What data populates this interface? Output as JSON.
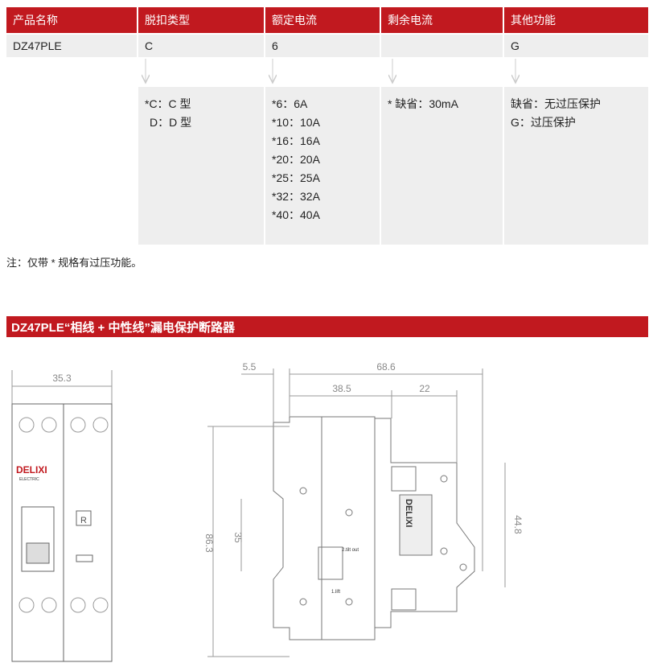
{
  "table": {
    "headers": [
      "产品名称",
      "脱扣类型",
      "额定电流",
      "剩余电流",
      "其他功能"
    ],
    "row": [
      "DZ47PLE",
      "C",
      "6",
      "",
      "G"
    ],
    "details": {
      "trip": [
        "*C：C 型",
        "D：D 型"
      ],
      "current": [
        "*6：6A",
        "*10：10A",
        "*16：16A",
        "*20：20A",
        "*25：25A",
        "*32：32A",
        "*40：40A"
      ],
      "residual": [
        "* 缺省：30mA"
      ],
      "other": [
        "缺省：无过压保护",
        "G：过压保护"
      ]
    }
  },
  "note": "注：仅带 * 规格有过压功能。",
  "banner": "DZ47PLE“相线 + 中性线”漏电保护断路器",
  "drawing": {
    "front_width": "35.3",
    "brand": "DELIXI",
    "brand_sub": "ELECTRIC",
    "reset_label": "R",
    "dims": {
      "d55": "5.5",
      "d686": "68.6",
      "d385": "38.5",
      "d22": "22",
      "d35": "35",
      "d863": "86.3",
      "d448": "44.8"
    },
    "labels": {
      "tilt": "2.tilt out",
      "lift": "1.lift"
    }
  }
}
